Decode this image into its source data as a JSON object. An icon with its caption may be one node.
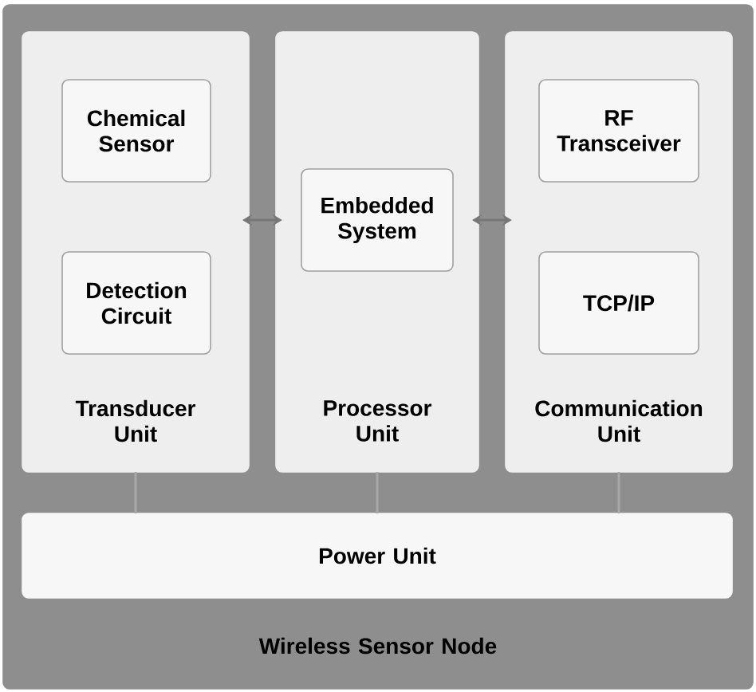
{
  "diagram": {
    "nodes": [
      {
        "text": [
          "Wireless Sensor Node"
        ]
      },
      {
        "text": [
          "Transducer Unit"
        ],
        "in": 0
      },
      {
        "text": [
          "Chemical Sensor"
        ],
        "in": 1
      },
      {
        "text": [
          "Detection Circuit"
        ],
        "in": 1
      },
      {
        "text": [
          "Processor Unit"
        ],
        "in": 0
      },
      {
        "text": [
          "Embedded System"
        ],
        "in": 4
      },
      {
        "text": [
          "Communication Unit"
        ],
        "in": 0
      },
      {
        "text": [
          "RF Transceiver"
        ],
        "in": 6
      },
      {
        "text": [
          "TCP/IP"
        ],
        "in": 6
      },
      {
        "text": [
          "Power Unit"
        ],
        "in": 0
      }
    ],
    "edges": [
      {
        "from": 1,
        "to": 4,
        "arrow": "both"
      },
      {
        "from": 4,
        "to": 6,
        "arrow": "both"
      },
      {
        "from": 9,
        "to": 1,
        "arrow": "none",
        "color": "#a8a8a8"
      },
      {
        "from": 9,
        "to": 4,
        "arrow": "none",
        "color": "#a8a8a8"
      },
      {
        "from": 9,
        "to": 6,
        "arrow": "none",
        "color": "#a8a8a8"
      }
    ]
  }
}
